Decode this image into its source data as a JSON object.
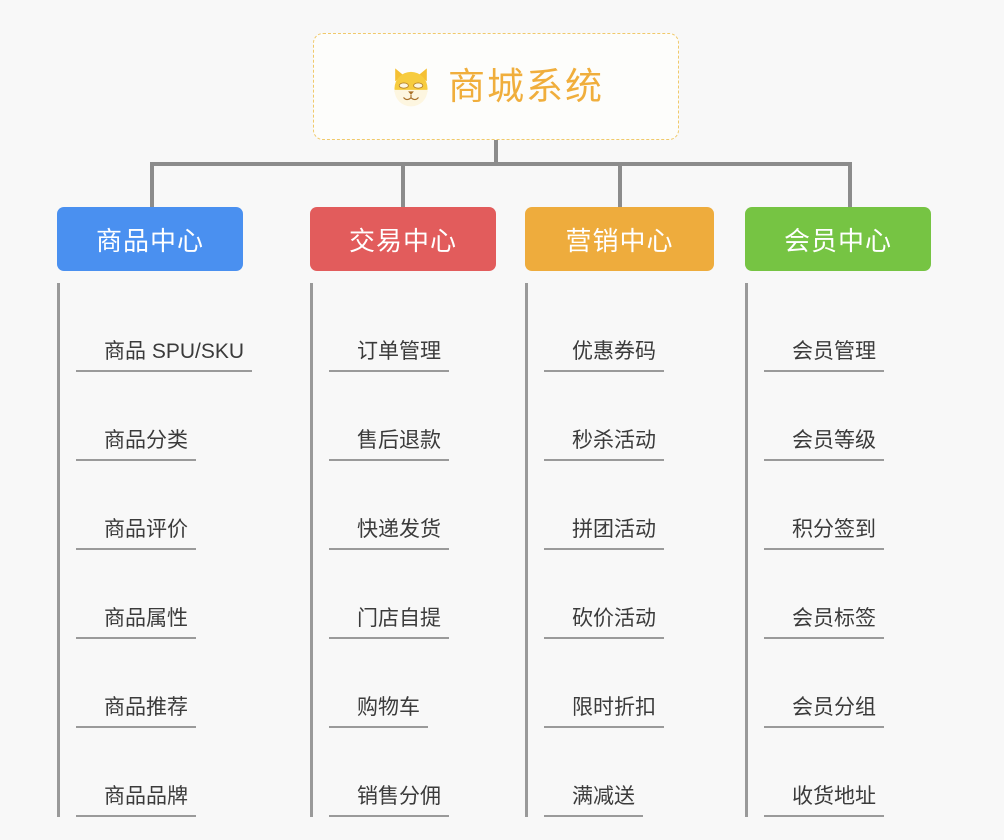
{
  "page": {
    "background_color": "#f8f8f8",
    "title": "商城系统"
  },
  "root": {
    "label": "商城系统",
    "icon": "dog-face-icon",
    "text_color": "#f0ae3c",
    "border_color": "#f0c96a",
    "background_color": "#fdfdfb"
  },
  "connector": {
    "color": "#8c8c8c"
  },
  "columns": [
    {
      "id": "product-center",
      "label": "商品中心",
      "color": "#4a90f0",
      "items": [
        {
          "label": "商品 SPU/SKU"
        },
        {
          "label": "商品分类"
        },
        {
          "label": "商品评价"
        },
        {
          "label": "商品属性"
        },
        {
          "label": "商品推荐"
        },
        {
          "label": "商品品牌"
        }
      ]
    },
    {
      "id": "trade-center",
      "label": "交易中心",
      "color": "#e25c5c",
      "items": [
        {
          "label": "订单管理"
        },
        {
          "label": "售后退款"
        },
        {
          "label": "快递发货"
        },
        {
          "label": "门店自提"
        },
        {
          "label": "购物车"
        },
        {
          "label": "销售分佣"
        }
      ]
    },
    {
      "id": "marketing-center",
      "label": "营销中心",
      "color": "#eeac3d",
      "items": [
        {
          "label": "优惠券码"
        },
        {
          "label": "秒杀活动"
        },
        {
          "label": "拼团活动"
        },
        {
          "label": "砍价活动"
        },
        {
          "label": "限时折扣"
        },
        {
          "label": "满减送"
        }
      ]
    },
    {
      "id": "member-center",
      "label": "会员中心",
      "color": "#76c443",
      "items": [
        {
          "label": "会员管理"
        },
        {
          "label": "会员等级"
        },
        {
          "label": "积分签到"
        },
        {
          "label": "会员标签"
        },
        {
          "label": "会员分组"
        },
        {
          "label": "收货地址"
        }
      ]
    }
  ]
}
